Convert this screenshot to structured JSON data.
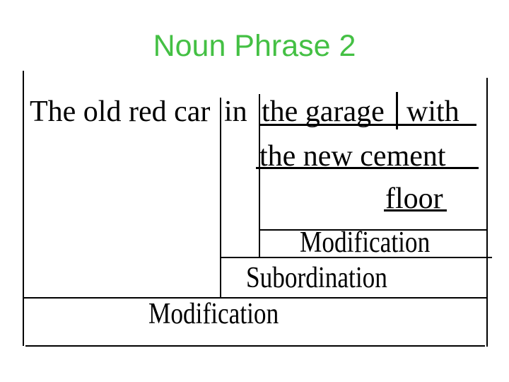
{
  "slide": {
    "title": "Noun Phrase 2",
    "title_color": "#44c044"
  },
  "diagram": {
    "sentence": {
      "head": "The old red car",
      "preposition": "in",
      "object_line1_left": "the garage",
      "object_line1_right": "with",
      "object_line2": "the new cement",
      "object_line3": "floor"
    },
    "labels": {
      "inner_modification": "Modification",
      "subordination": "Subordination",
      "outer_modification": "Modification"
    }
  }
}
